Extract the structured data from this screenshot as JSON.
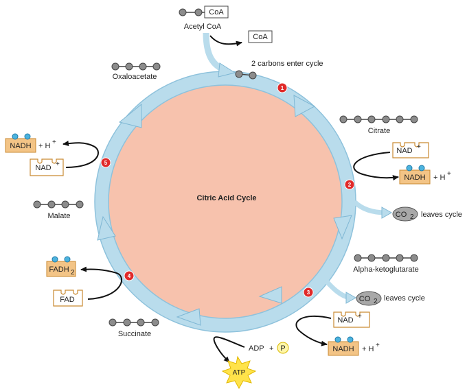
{
  "center_label": "Citric Acid Cycle",
  "acetyl": {
    "coa_tag": "CoA",
    "name": "Acetyl CoA",
    "released_coa": "CoA",
    "enter_text": "2 carbons enter cycle"
  },
  "molecules": {
    "oxaloacetate": "Oxaloacetate",
    "citrate": "Citrate",
    "alpha_ketoglutarate": "Alpha-ketoglutarate",
    "succinate": "Succinate",
    "malate": "Malate"
  },
  "steps": [
    "1",
    "2",
    "3",
    "4",
    "5"
  ],
  "carriers": {
    "nad": "NAD",
    "nadh": "NADH",
    "h": "+ H",
    "plus": "+",
    "fad": "FAD",
    "fadh": "FADH",
    "two": "2",
    "adp": "ADP",
    "p": "P",
    "atp": "ATP",
    "co": "CO",
    "leaves": "leaves cycle"
  },
  "colors": {
    "ring": "#b9dcec",
    "ring_edge": "#7fb7d4",
    "inner": "#f7c2ad",
    "carrier_fill": "#f3c486",
    "carrier_edge": "#c98a32",
    "electron": "#4cb3de",
    "ball": "#8c8c8c",
    "step": "#e02a2a",
    "atp": "#ffe34a",
    "phosphate": "#fff6a8"
  }
}
